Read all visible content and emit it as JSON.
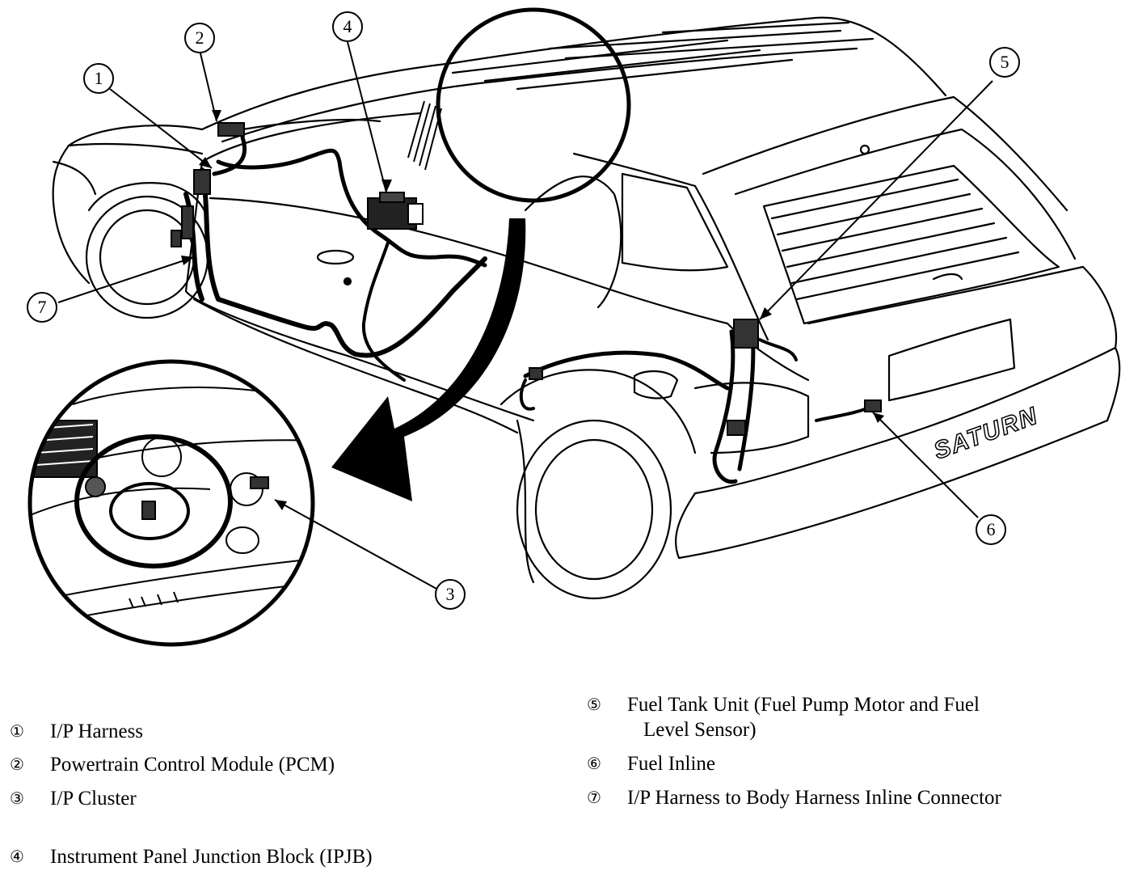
{
  "brand": {
    "badge_text": "SATURN"
  },
  "callouts": [
    {
      "number": "1"
    },
    {
      "number": "2"
    },
    {
      "number": "3"
    },
    {
      "number": "4"
    },
    {
      "number": "5"
    },
    {
      "number": "6"
    },
    {
      "number": "7"
    }
  ],
  "legend": [
    {
      "mark": "①",
      "text": "I/P Harness"
    },
    {
      "mark": "②",
      "text": "Powertrain Control Module (PCM)"
    },
    {
      "mark": "③",
      "text": "I/P Cluster"
    },
    {
      "mark": "④",
      "text": "Instrument Panel Junction Block (IPJB)"
    },
    {
      "mark": "⑤",
      "text": "Fuel Tank Unit (Fuel Pump Motor and Fuel",
      "text_cont": "Level Sensor)"
    },
    {
      "mark": "⑥",
      "text": "Fuel Inline"
    },
    {
      "mark": "⑦",
      "text": "I/P Harness to Body Harness Inline Connector"
    }
  ]
}
